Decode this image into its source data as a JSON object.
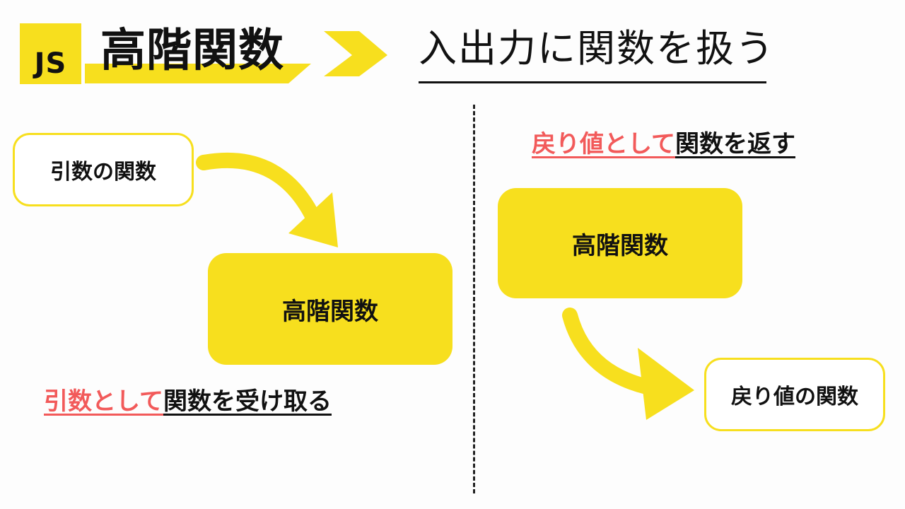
{
  "header": {
    "badge_text": "JS",
    "title": "高階関数",
    "subtitle": "入出力に関数を扱う"
  },
  "left_panel": {
    "input_box_label": "引数の関数",
    "center_box_label": "高階関数",
    "caption_highlight": "引数として",
    "caption_rest": "関数を受け取る"
  },
  "right_panel": {
    "caption_highlight": "戻り値として",
    "caption_rest": "関数を返す",
    "center_box_label": "高階関数",
    "output_box_label": "戻り値の関数"
  },
  "colors": {
    "accent_yellow": "#f7df1e",
    "highlight_red": "#f25a5a",
    "text_dark": "#111111"
  }
}
